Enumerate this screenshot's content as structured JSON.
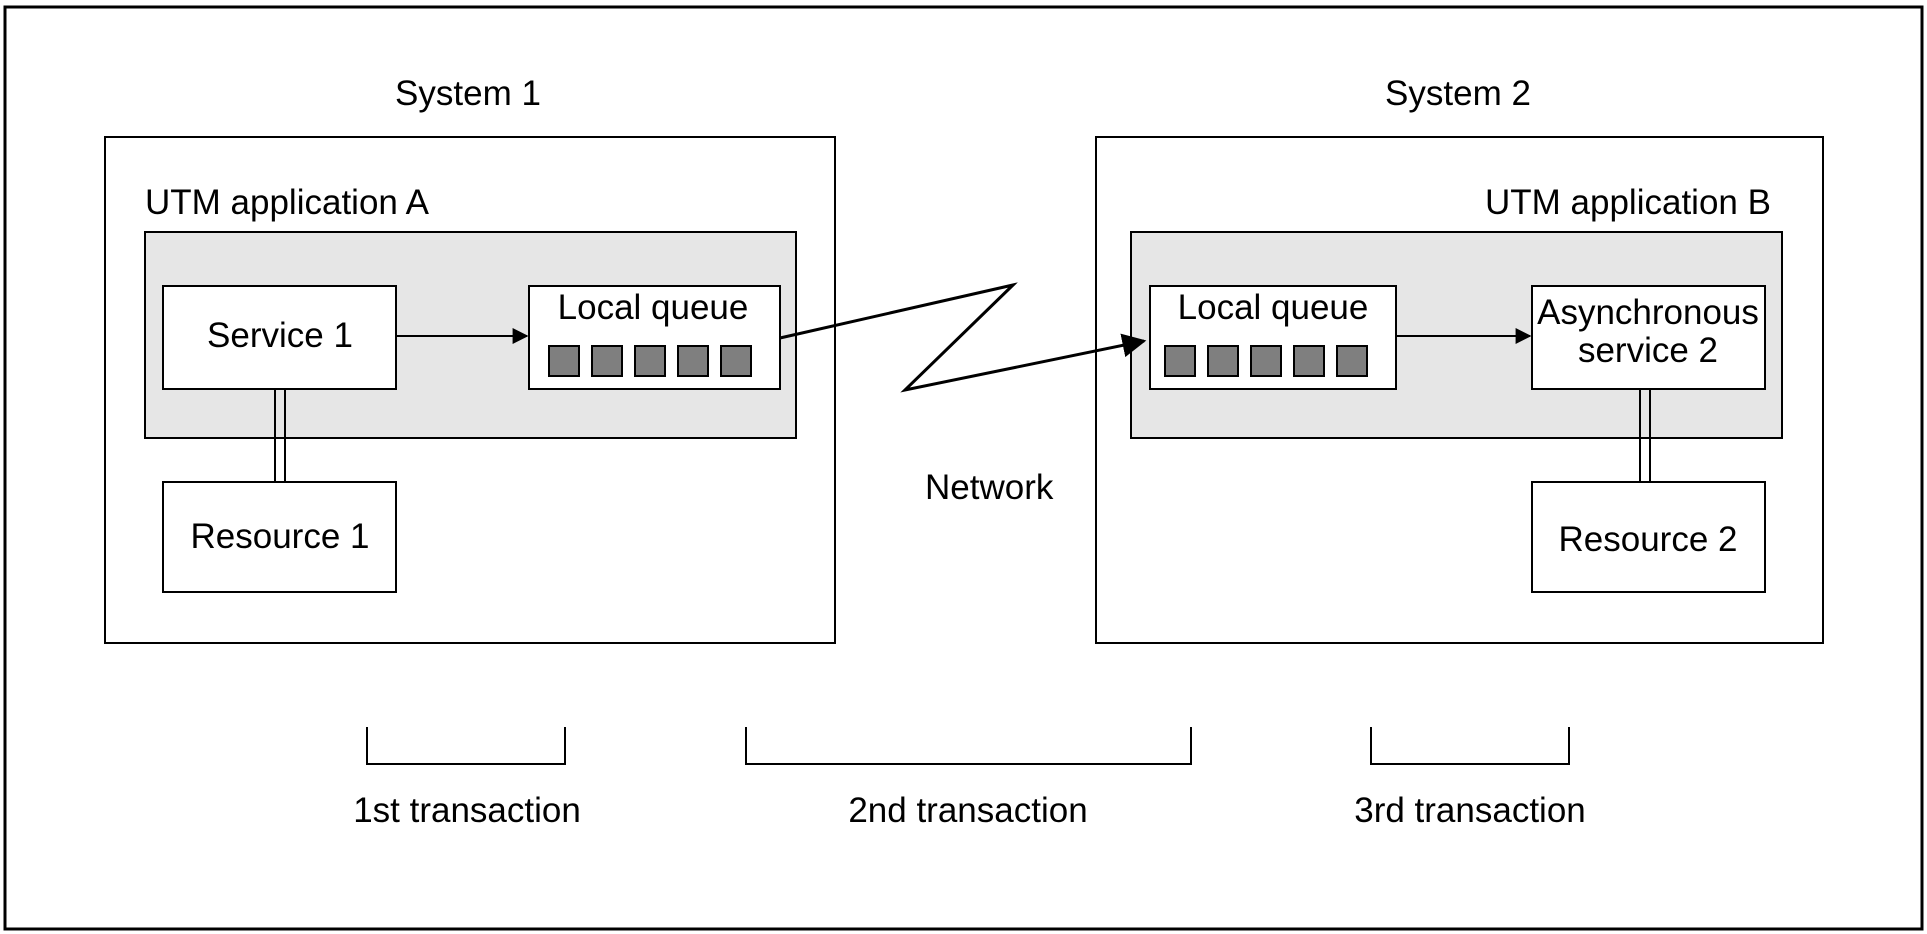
{
  "diagram": {
    "system_1": {
      "title": "System 1",
      "application": "UTM application A",
      "service": "Service 1",
      "queue": "Local queue",
      "resource": "Resource 1"
    },
    "system_2": {
      "title": "System 2",
      "application": "UTM application B",
      "queue": "Local queue",
      "service_line_1": "Asynchronous",
      "service_line_2": "service 2",
      "resource": "Resource 2"
    },
    "network": "Network",
    "transactions": [
      "1st transaction",
      "2nd transaction",
      "3rd transaction"
    ],
    "colors": {
      "line": "#000000",
      "application_area": "#e6e6e6",
      "queue_slot": "#7f7f7f",
      "background": "#ffffff"
    }
  }
}
